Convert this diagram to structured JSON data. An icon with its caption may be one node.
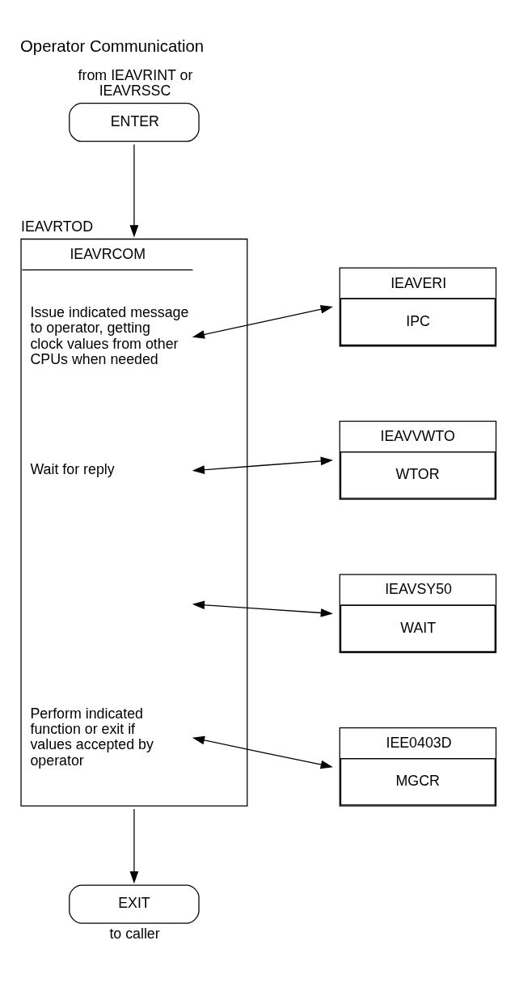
{
  "diagram": {
    "title": "Operator Communication",
    "nodes": [
      {
        "text": [
          "ENTER"
        ],
        "beside": [
          "from IEAVRINT or IEAVRSSC"
        ]
      },
      {
        "text": [
          "IEAVRCOM",
          "Issue indicated message to operator, getting clock values from other CPUs when needed",
          "Wait for reply",
          "Perform indicated function or exit if values accepted by operator"
        ],
        "beside": [
          "IEAVRTOD"
        ]
      },
      {
        "text": [
          "IEAVERI",
          "IPC"
        ]
      },
      {
        "text": [
          "IEAVVWTO",
          "WTOR"
        ]
      },
      {
        "text": [
          "IEAVSY50",
          "WAIT"
        ]
      },
      {
        "text": [
          "IEE0403D",
          "MGCR"
        ]
      },
      {
        "text": [
          "EXIT"
        ],
        "beside": [
          "to caller"
        ]
      }
    ],
    "edges": [
      {
        "from": 0,
        "to": 1,
        "arrow": "to"
      },
      {
        "from": 1,
        "to": 2,
        "arrow": "both"
      },
      {
        "from": 1,
        "to": 3,
        "arrow": "both"
      },
      {
        "from": 1,
        "to": 4,
        "arrow": "both"
      },
      {
        "from": 1,
        "to": 5,
        "arrow": "both"
      },
      {
        "from": 1,
        "to": 6,
        "arrow": "to"
      }
    ]
  }
}
